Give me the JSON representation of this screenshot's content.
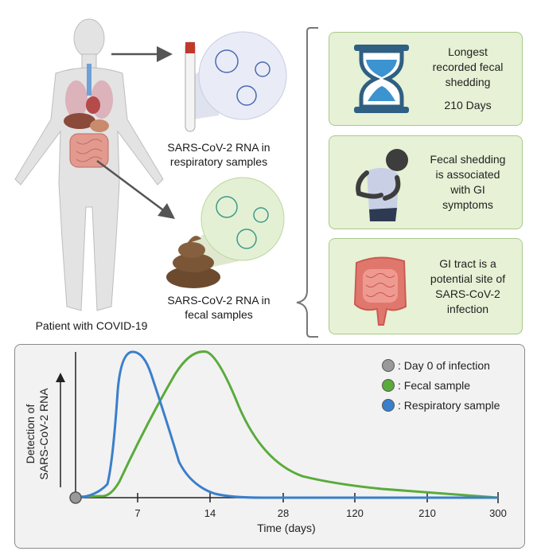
{
  "patient": {
    "label": "Patient with COVID-19"
  },
  "respiratory": {
    "caption_line1": "SARS-CoV-2 RNA in",
    "caption_line2": "respiratory samples"
  },
  "fecal": {
    "caption_line1": "SARS-CoV-2 RNA in",
    "caption_line2": "fecal samples"
  },
  "cards": [
    {
      "icon": "hourglass-icon",
      "lines": [
        "Longest",
        "recorded fecal",
        "shedding"
      ],
      "value": "210 Days"
    },
    {
      "icon": "person-stomach-pain-icon",
      "lines": [
        "Fecal shedding",
        "is associated",
        "with GI",
        "symptoms"
      ]
    },
    {
      "icon": "intestine-icon",
      "lines": [
        "GI tract is a",
        "potential site of",
        "SARS-CoV-2",
        "infection"
      ]
    }
  ],
  "chart": {
    "ylabel_line1": "Detection of",
    "ylabel_line2": "SARS-CoV-2 RNA",
    "xlabel": "Time (days)",
    "ticks": [
      "7",
      "14",
      "28",
      "120",
      "210",
      "300"
    ],
    "legend": [
      {
        "label": ": Day 0 of infection",
        "color": "#999999"
      },
      {
        "label": ": Fecal sample",
        "color": "#5aab3c"
      },
      {
        "label": ": Respiratory sample",
        "color": "#3a7fcb"
      }
    ]
  },
  "colors": {
    "card_fill": "#e6f1d5",
    "card_border": "#a9c98a",
    "respiratory": "#3a7fcb",
    "fecal": "#5aab3c"
  }
}
